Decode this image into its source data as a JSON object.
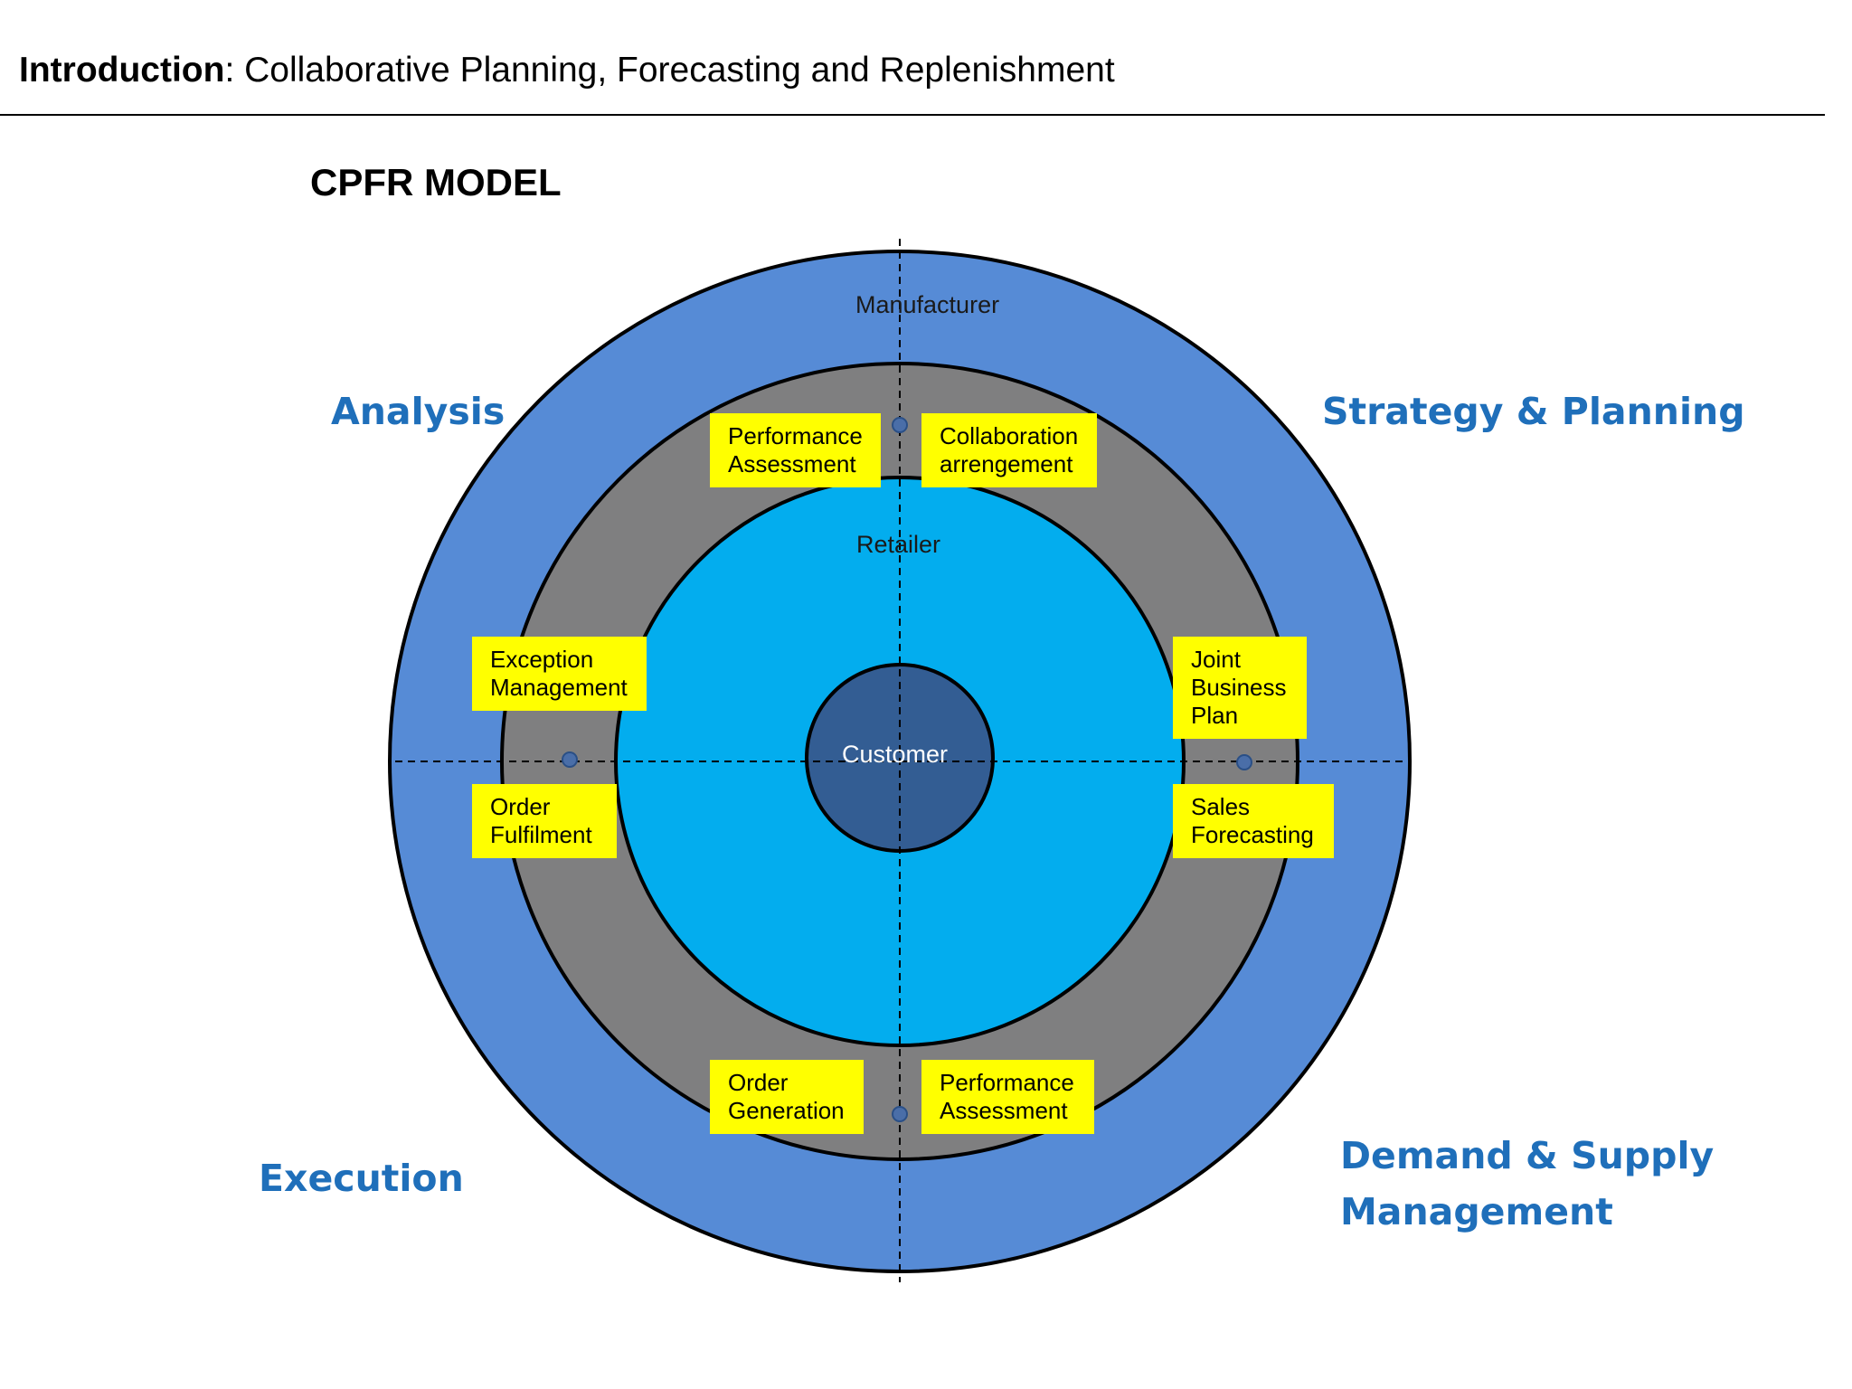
{
  "header": {
    "title_bold": "Introduction",
    "title_rest": ": Collaborative Planning, Forecasting and Replenishment"
  },
  "model_title": "CPFR MODEL",
  "quadrants": {
    "top_left": "Analysis",
    "top_right": "Strategy & Planning",
    "bottom_left": "Execution",
    "bottom_right": "Demand & Supply\nManagement"
  },
  "rings": {
    "outer": "Manufacturer",
    "middle": "Retailer",
    "core": "Customer"
  },
  "stages": {
    "top_left": "Performance\nAssessment",
    "top_right": "Collaboration\narrengement",
    "left_upper": "Exception\nManagement",
    "left_lower": "Order\nFulfilment",
    "right_upper": "Joint\nBusiness\nPlan",
    "right_lower": "Sales\nForecasting",
    "bottom_left": "Order\nGeneration",
    "bottom_right": "Performance\nAssessment"
  },
  "colors": {
    "outer_ring": "#568bd6",
    "middle_ring": "#7f7f80",
    "inner_disc": "#03adee",
    "core": "#335d93",
    "stage_box": "#ffff00",
    "quadrant_text": "#1f6fba"
  }
}
